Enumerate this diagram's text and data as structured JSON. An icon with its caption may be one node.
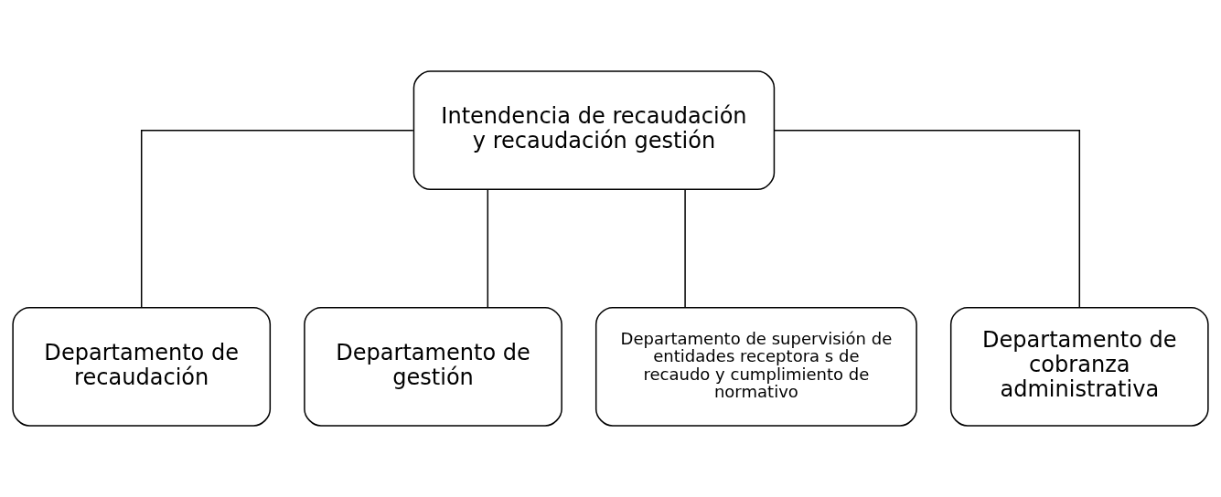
{
  "diagram": {
    "nodes": [
      {
        "text": [
          "Intendencia de recaudación y recaudación gestión"
        ]
      },
      {
        "text": [
          "Departamento de recaudación"
        ]
      },
      {
        "text": [
          "Departamento de gestión"
        ]
      },
      {
        "text": [
          "Departamento de supervisión de entidades receptora s de recaudo y cumplimiento de normativo"
        ]
      },
      {
        "text": [
          "Departamento de cobranza administrativa"
        ]
      }
    ],
    "edges": [
      {
        "from": 0,
        "to": 1,
        "arrow": "none"
      },
      {
        "from": 0,
        "to": 2,
        "arrow": "none"
      },
      {
        "from": 0,
        "to": 3,
        "arrow": "none"
      },
      {
        "from": 0,
        "to": 4,
        "arrow": "none"
      }
    ]
  }
}
